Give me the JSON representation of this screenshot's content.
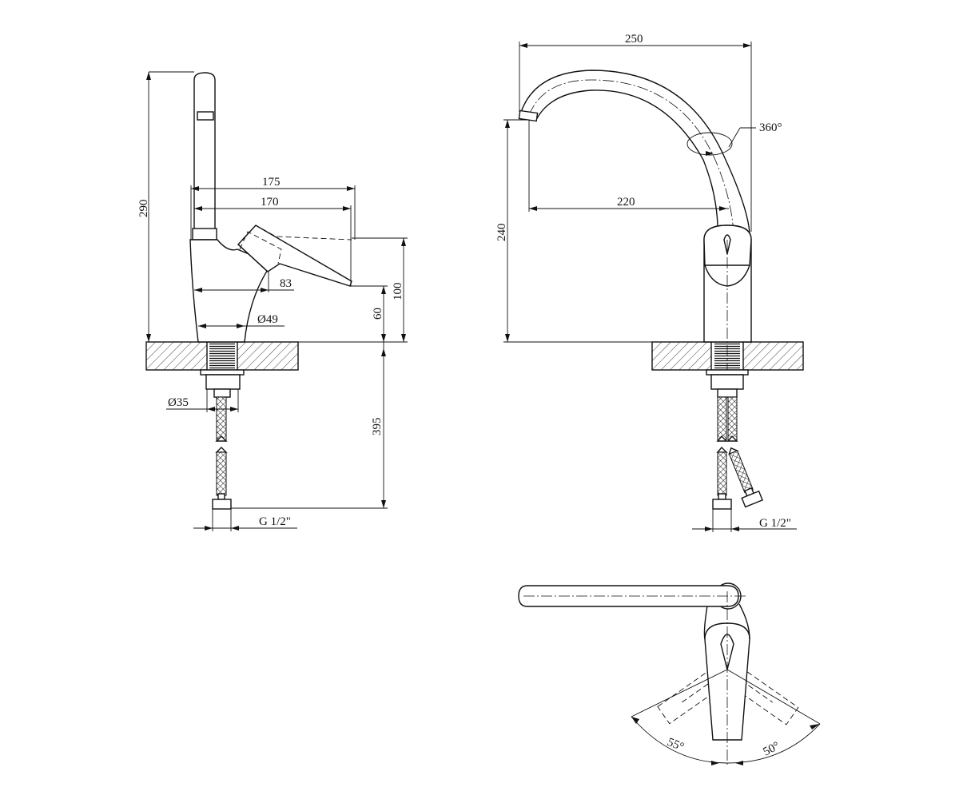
{
  "side_view": {
    "dimensions": {
      "height_total": "290",
      "spout_length_175": "175",
      "spout_length_170": "170",
      "handle_83": "83",
      "handle_height_100": "100",
      "handle_height_60": "60",
      "base_diameter": "Ø49",
      "shank_diameter": "Ø35",
      "hose_length": "395",
      "hose_thread": "G 1/2\""
    }
  },
  "front_view": {
    "dimensions": {
      "spout_reach_250": "250",
      "spout_reach_220": "220",
      "spout_height": "240",
      "rotation": "360°",
      "hose_thread": "G 1/2\""
    }
  },
  "top_view": {
    "dimensions": {
      "angle_left": "55°",
      "angle_right": "50°"
    }
  }
}
